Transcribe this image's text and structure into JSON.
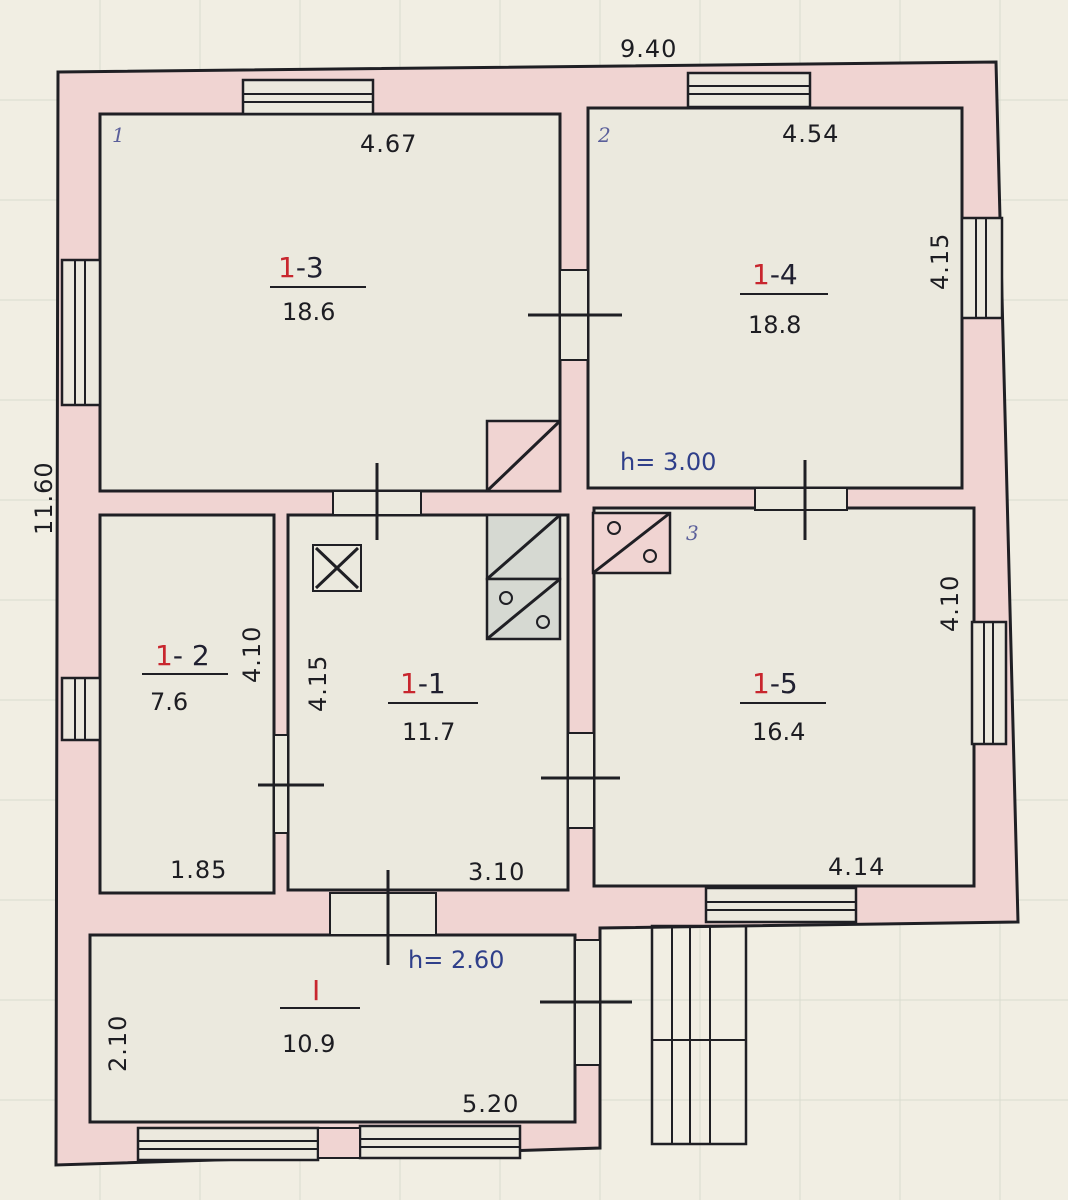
{
  "plan": {
    "overall": {
      "width": "9.40",
      "length": "11.60"
    },
    "heights": {
      "main": "h= 3.00",
      "porch": "h= 2.60"
    },
    "corner_marks": {
      "c1": "1",
      "c2": "2",
      "c3": "3"
    },
    "rooms": {
      "r13": {
        "num": "1",
        "suffix": "-3",
        "area": "18.6",
        "dim_top": "4.67"
      },
      "r14": {
        "num": "1",
        "suffix": "-4",
        "area": "18.8",
        "dim_top": "4.54",
        "dim_side": "4.15"
      },
      "r12": {
        "num": "1",
        "suffix": "- 2",
        "area": "7.6",
        "dim_side": "4.10",
        "dim_bottom": "1.85"
      },
      "r11": {
        "num": "1",
        "suffix": "-1",
        "area": "11.7",
        "dim_side": "4.15",
        "dim_bottom": "3.10"
      },
      "r15": {
        "num": "1",
        "suffix": "-5",
        "area": "16.4",
        "dim_side": "4.10",
        "dim_bottom": "4.14"
      },
      "rI": {
        "num": "I",
        "area": "10.9",
        "dim_side": "2.10",
        "dim_bottom": "5.20"
      }
    },
    "colors": {
      "wall": "#f0d4d2",
      "ink": "#1f1f24",
      "accent_red": "#c8262e",
      "height_blue": "#2f3f8a"
    }
  }
}
